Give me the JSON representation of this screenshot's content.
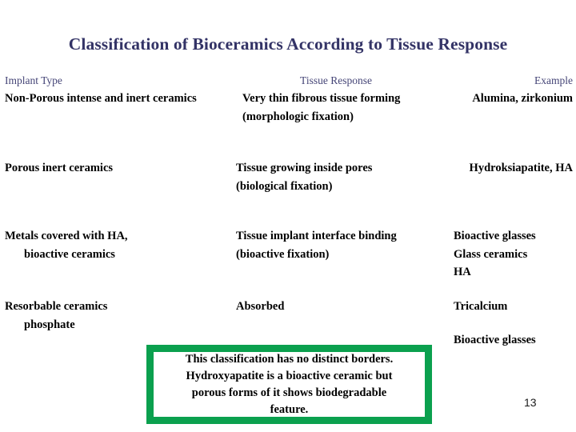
{
  "slide": {
    "title": "Classification of Bioceramics According to Tissue Response",
    "title_color": "#333366",
    "background_color": "#ffffff",
    "page_number": "13"
  },
  "table": {
    "headers": {
      "implant_type": "Implant Type",
      "tissue_response": "Tissue Response",
      "example": "Example"
    },
    "header_color": "#454577",
    "rows": [
      {
        "implant_type": [
          "Non-Porous intense and inert ceramics"
        ],
        "tissue_response": [
          "Very thin fibrous tissue forming",
          "(morphologic fixation)"
        ],
        "example": [
          "Alumina, zirkonium"
        ]
      },
      {
        "implant_type": [
          "Porous inert ceramics"
        ],
        "tissue_response": [
          "Tissue growing inside pores",
          "(biological fixation)"
        ],
        "example": [
          "Hydroksiapatite, HA"
        ]
      },
      {
        "implant_type": [
          "Metals covered with HA,",
          "bioactive ceramics"
        ],
        "tissue_response": [
          "Tissue implant interface binding",
          "(bioactive fixation)"
        ],
        "example": [
          "Bioactive glasses",
          "Glass ceramics",
          "HA"
        ]
      },
      {
        "implant_type": [
          "Resorbable ceramics",
          "phosphate"
        ],
        "tissue_response": [
          "Absorbed"
        ],
        "example": [
          "Tricalcium"
        ]
      },
      {
        "implant_type": [],
        "tissue_response": [],
        "example": [
          "Bioactive glasses"
        ]
      }
    ]
  },
  "callout": {
    "border_color": "#0BA04E",
    "background_color": "#ffffff",
    "lines": [
      "This classification has no distinct borders.",
      "Hydroxyapatite is a bioactive ceramic but",
      "porous forms of it shows biodegradable",
      "feature."
    ]
  }
}
